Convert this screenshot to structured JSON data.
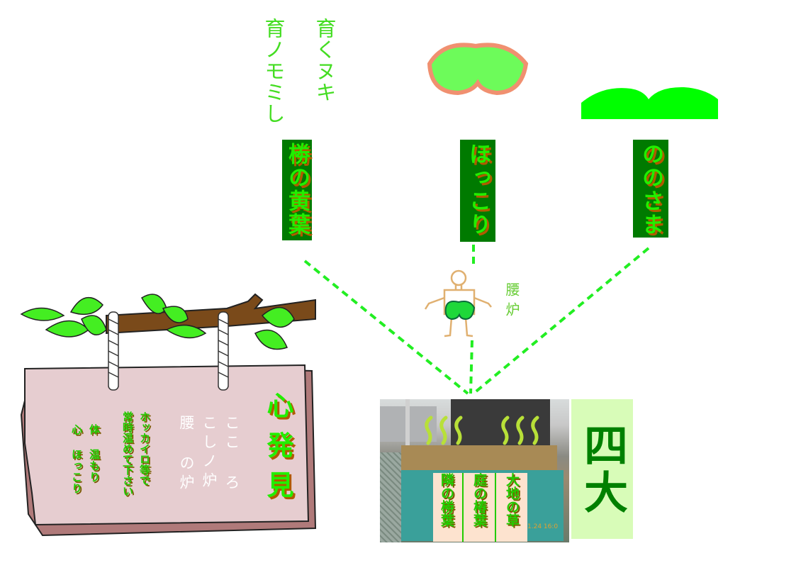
{
  "logo": {
    "text": "育ノモミし 育くヌキ"
  },
  "tags": [
    {
      "label": "椦の黄葉"
    },
    {
      "label": "ほっこり"
    },
    {
      "label": "ののさま"
    }
  ],
  "figure": {
    "label": "腰炉"
  },
  "photo": {
    "labels": [
      "大地の草",
      "庭の椿葉",
      "隣の椦葉"
    ],
    "timestamp": "1.24 16:0"
  },
  "side_box": {
    "label": "四大"
  },
  "sign": {
    "title": "心発見",
    "white_lines": [
      "ここ ろ",
      "こしノ炉",
      "腰 の炉"
    ],
    "green_lines": [
      "ホッカイロ等で",
      "常時温めて下さい",
      "体 温もり",
      "心 ほっこり"
    ]
  },
  "colors": {
    "dark_green": "#007a00",
    "bright_green": "#22ee00",
    "shadow": "#b05a00",
    "board": "#e6cdd0"
  }
}
